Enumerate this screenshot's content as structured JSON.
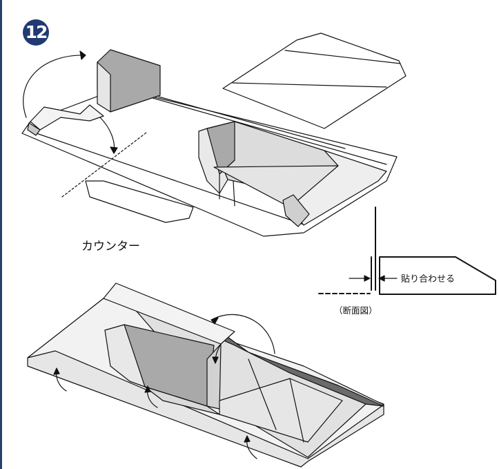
{
  "step": {
    "number": "12"
  },
  "labels": {
    "counter": "カウンター",
    "glue": "貼り合わせる",
    "cross_section": "（断面図）"
  },
  "colors": {
    "badge": "#213a73",
    "left_rule": "#2a3f6e",
    "line": "#111111",
    "face_light": "#f0f0f0",
    "face_mid": "#dcdcdc",
    "face_dark": "#a9a9a9",
    "face_darker": "#6a6a6a"
  }
}
